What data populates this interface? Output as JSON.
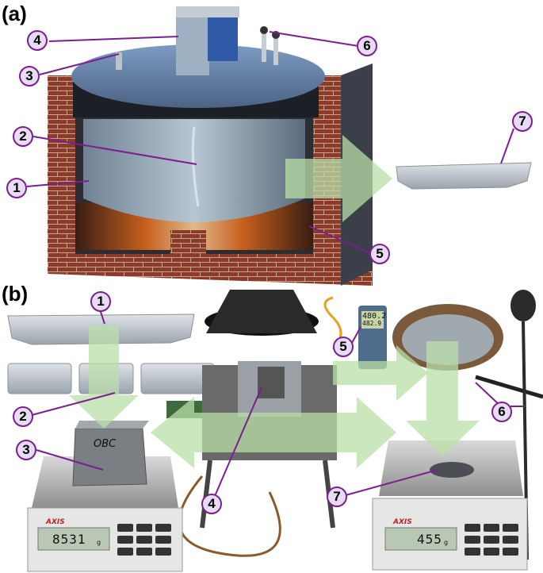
{
  "panels": {
    "a": "(a)",
    "b": "(b)"
  },
  "callouts_a": [
    "4",
    "6",
    "3",
    "2",
    "1",
    "5",
    "7"
  ],
  "callouts_b": [
    "1",
    "2",
    "3",
    "5",
    "6",
    "4",
    "7"
  ],
  "scales": {
    "left": {
      "brand": "AXIS",
      "reading": "8531",
      "unit": "g"
    },
    "right": {
      "brand": "AXIS",
      "reading": "455",
      "unit": "g"
    }
  },
  "thermometer": {
    "reading_top": "480.2",
    "reading_bottom": "482.9"
  },
  "ingot_marking": "OBC",
  "colors": {
    "callout_stroke": "#7a1f8f",
    "callout_fill": "#e7dcf3",
    "arrow_fill": "#b9dfa8",
    "brick": "#8c3b2a"
  }
}
